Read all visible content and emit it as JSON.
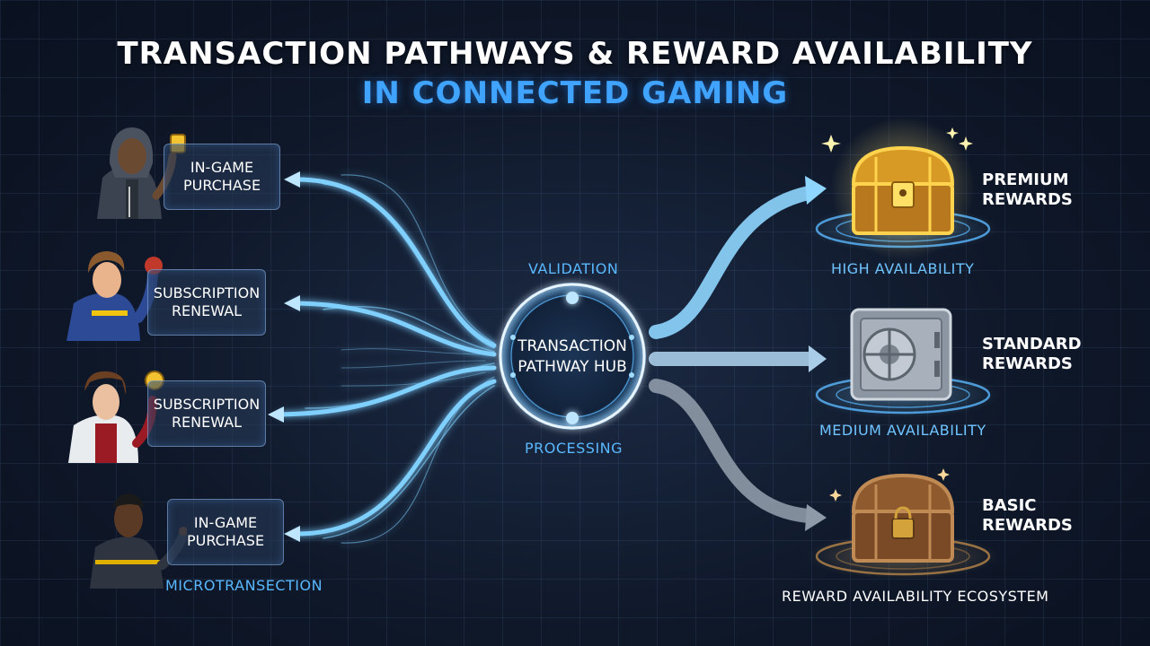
{
  "title": {
    "line1": "TRANSACTION PATHWAYS & REWARD AVAILABILITY",
    "line2": "IN CONNECTED GAMING"
  },
  "sources": [
    {
      "line1": "IN-GAME",
      "line2": "PURCHASE",
      "avatar_icon": "hooded-gamer-with-coin-icon"
    },
    {
      "line1": "SUBSCRIPTION",
      "line2": "RENEWAL",
      "avatar_icon": "gamer-fist-icon"
    },
    {
      "line1": "SUBSCRIPTION",
      "line2": "RENEWAL",
      "avatar_icon": "gamer-with-coin-icon"
    },
    {
      "line1": "IN-GAME",
      "line2": "PURCHASE",
      "avatar_icon": "gamer-pointing-icon"
    }
  ],
  "source_caption": "MICROTRANSECTION",
  "hub": {
    "line1": "TRANSACTION",
    "line2": "PATHWAY HUB",
    "top_label": "VALIDATION",
    "bottom_label": "PROCESSING"
  },
  "rewards": [
    {
      "line1": "PREMIUM",
      "line2": "REWARDS",
      "availability": "HIGH AVAILABILITY",
      "icon": "gold-treasure-chest-icon",
      "color": "#f5c12a"
    },
    {
      "line1": "STANDARD",
      "line2": "REWARDS",
      "availability": "MEDIUM AVAILABILITY",
      "icon": "steel-vault-icon",
      "color": "#9aa6b4"
    },
    {
      "line1": "BASIC",
      "line2": "REWARDS",
      "availability": "",
      "icon": "bronze-chest-icon",
      "color": "#b0713a"
    }
  ],
  "footer": "REWARD AVAILABILITY ECOSYSTEM",
  "colors": {
    "accent_blue": "#3fa3ff",
    "flow_blue": "#7fd0ff",
    "flow_gray": "#8f9aa8",
    "background": "#0f1829"
  }
}
